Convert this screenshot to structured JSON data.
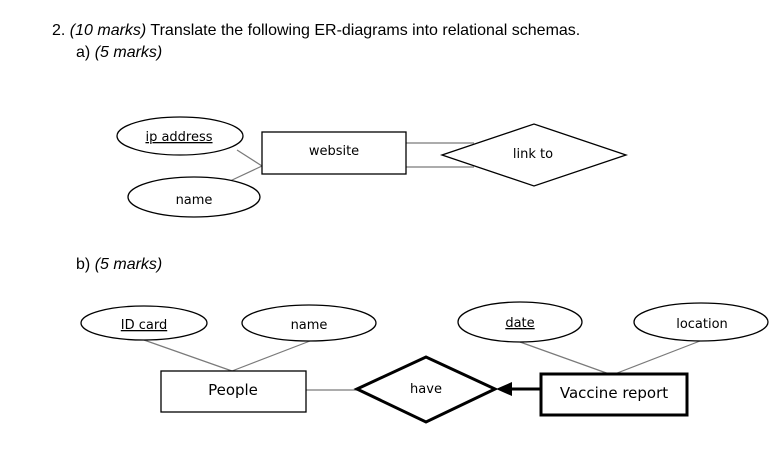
{
  "question": {
    "number": "2.",
    "marks": "(10 marks)",
    "text": "Translate the following ER-diagrams into relational schemas."
  },
  "part_a": {
    "label": "a)",
    "marks": "(5 marks)",
    "entity": "website",
    "attributes": [
      {
        "text": "ip address",
        "key": true
      },
      {
        "text": "name",
        "key": false
      }
    ],
    "relationship": "link to"
  },
  "part_b": {
    "label": "b)",
    "marks": "(5 marks)",
    "entities": [
      "People",
      "Vaccine report"
    ],
    "attributes": [
      {
        "text": "ID card",
        "key": true
      },
      {
        "text": "name",
        "key": false
      },
      {
        "text": "date",
        "key": true
      },
      {
        "text": "location",
        "key": false
      }
    ],
    "relationship": "have"
  }
}
